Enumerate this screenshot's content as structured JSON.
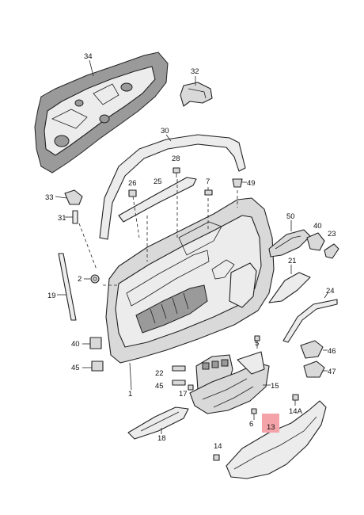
{
  "labels": {
    "l34": "34",
    "l32": "32",
    "l30": "30",
    "l28": "28",
    "l26": "26",
    "l25": "25",
    "l7": "7",
    "l49": "49",
    "l33": "33",
    "l31": "31",
    "l50": "50",
    "l40a": "40",
    "l23": "23",
    "l21": "21",
    "l2": "2",
    "l24": "24",
    "l19": "19",
    "l5": "5",
    "l40b": "40",
    "l46": "46",
    "l45a": "45",
    "l47": "47",
    "l22": "22",
    "l45b": "45",
    "l1": "1",
    "l15": "15",
    "l17": "17",
    "l14a": "14A",
    "l6": "6",
    "l13": "13",
    "l18": "18",
    "l14": "14"
  },
  "highlight": {
    "part": "13",
    "color": "#f4a3a8"
  }
}
